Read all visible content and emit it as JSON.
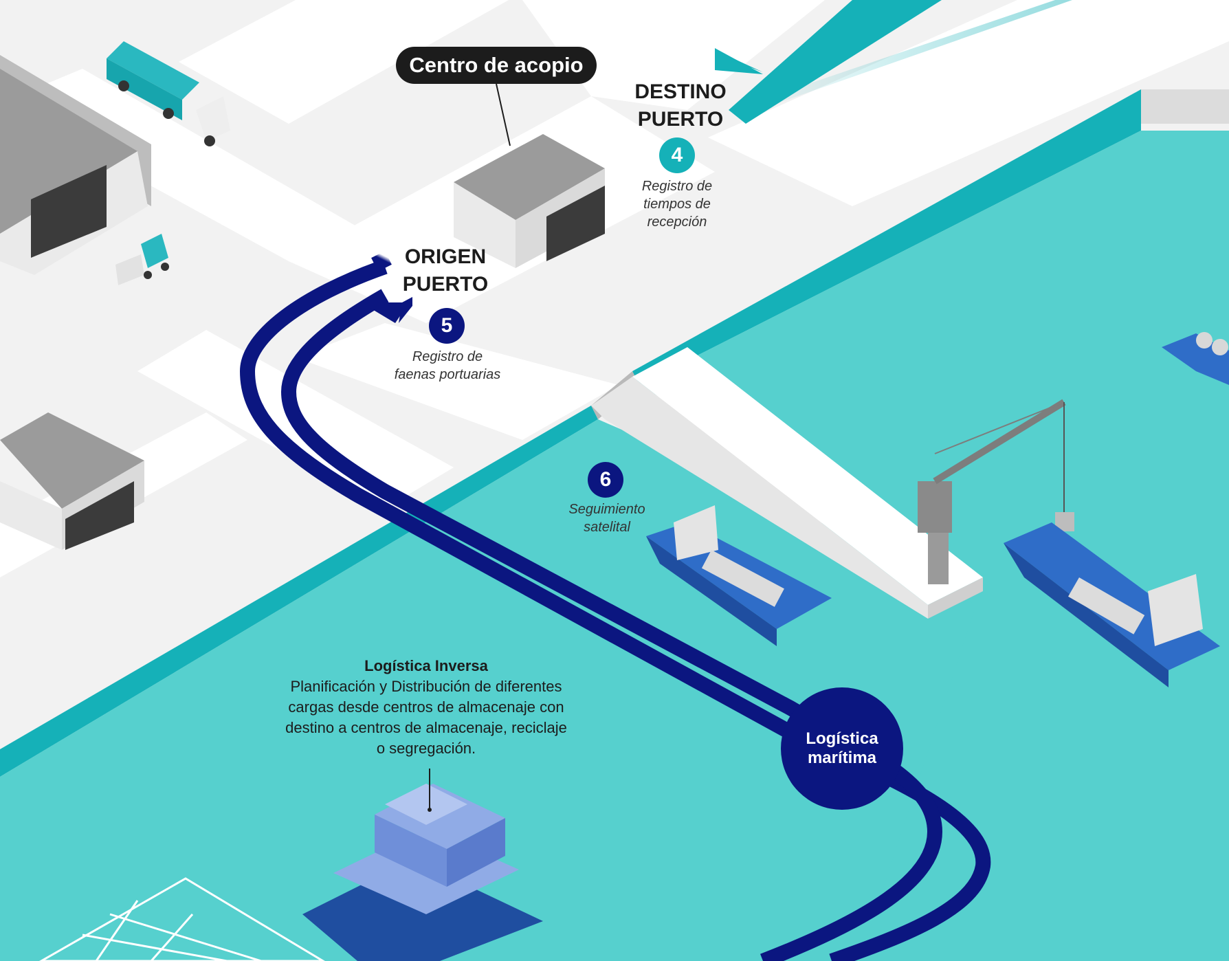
{
  "colors": {
    "water": "#56d0ce",
    "water_edge": "#15b1b8",
    "ground": "#f2f2f2",
    "road": "#ffffff",
    "building_roof": "#9b9b9b",
    "building_wall": "#eaeaea",
    "route_navy": "#0b1680",
    "route_teal": "#15b1b8",
    "label_dark": "#1c1c1c"
  },
  "labels": {
    "centro": "Centro de acopio",
    "destino_line1": "DESTINO",
    "destino_line2": "PUERTO",
    "origen_line1": "ORIGEN",
    "origen_line2": "PUERTO"
  },
  "steps": [
    {
      "num": "4",
      "line1": "Registro de",
      "line2": "tiempos de",
      "line3": "recepción",
      "color": "#15b1b8"
    },
    {
      "num": "5",
      "line1": "Registro de",
      "line2": "faenas portuarias",
      "color": "#0b1680"
    },
    {
      "num": "6",
      "line1": "Seguimiento",
      "line2": "satelital",
      "color": "#0b1680"
    }
  ],
  "inversa": {
    "title": "Logística Inversa",
    "line1": "Planificación y Distribución de diferentes",
    "line2": "cargas desde centros de almacenaje con",
    "line3": "destino a centros de almacenaje, reciclaje",
    "line4": "o segregación."
  },
  "maritima": {
    "line1": "Logística",
    "line2": "marítima"
  },
  "icons": [
    "truck-icon",
    "forklift-icon",
    "warehouse-icon",
    "crane-icon",
    "ship-icon",
    "barge-icon"
  ]
}
